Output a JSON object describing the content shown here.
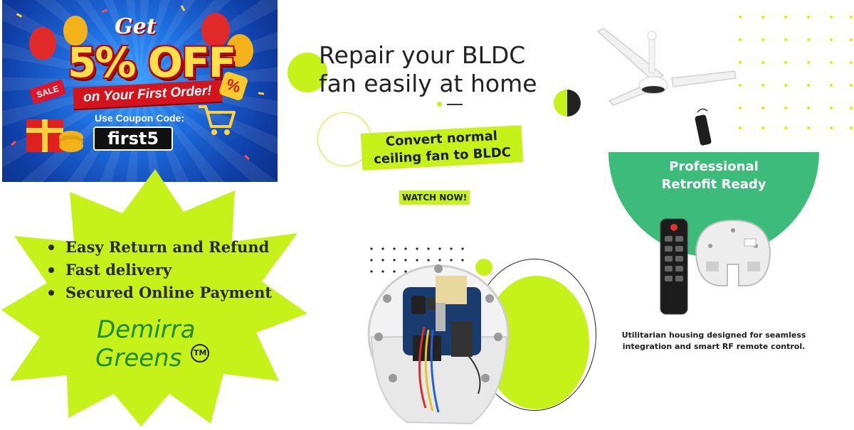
{
  "promo": {
    "get": "Get",
    "discount": "5% OFF",
    "ribbon": "on Your First Order!",
    "coupon_label": "Use Coupon Code:",
    "coupon_code": "first5",
    "sale_tag": "SALE",
    "percent_tag": "%"
  },
  "features": {
    "items": [
      "Easy Return and Refund",
      "Fast delivery",
      "Secured Online Payment"
    ],
    "brand_line1": "Demirra",
    "brand_line2": "Greens",
    "trademark": "TM"
  },
  "middle": {
    "headline_line1": "Repair your BLDC",
    "headline_line2": "fan easily at home",
    "convert_line1": "Convert normal",
    "convert_line2": "ceiling fan to BLDC",
    "watch_label": "WATCH NOW!"
  },
  "right": {
    "badge_line1": "Professional",
    "badge_line2": "Retrofit Ready",
    "desc_line1": "Utilitarian housing designed for seamless",
    "desc_line2": "integration and smart RF remote control."
  },
  "colors": {
    "lime": "#c6f21a",
    "green_badge": "#3dbb7a",
    "brand_green": "#1e8a2c",
    "promo_red": "#d4141c",
    "promo_blue": "#1e6fe0"
  }
}
